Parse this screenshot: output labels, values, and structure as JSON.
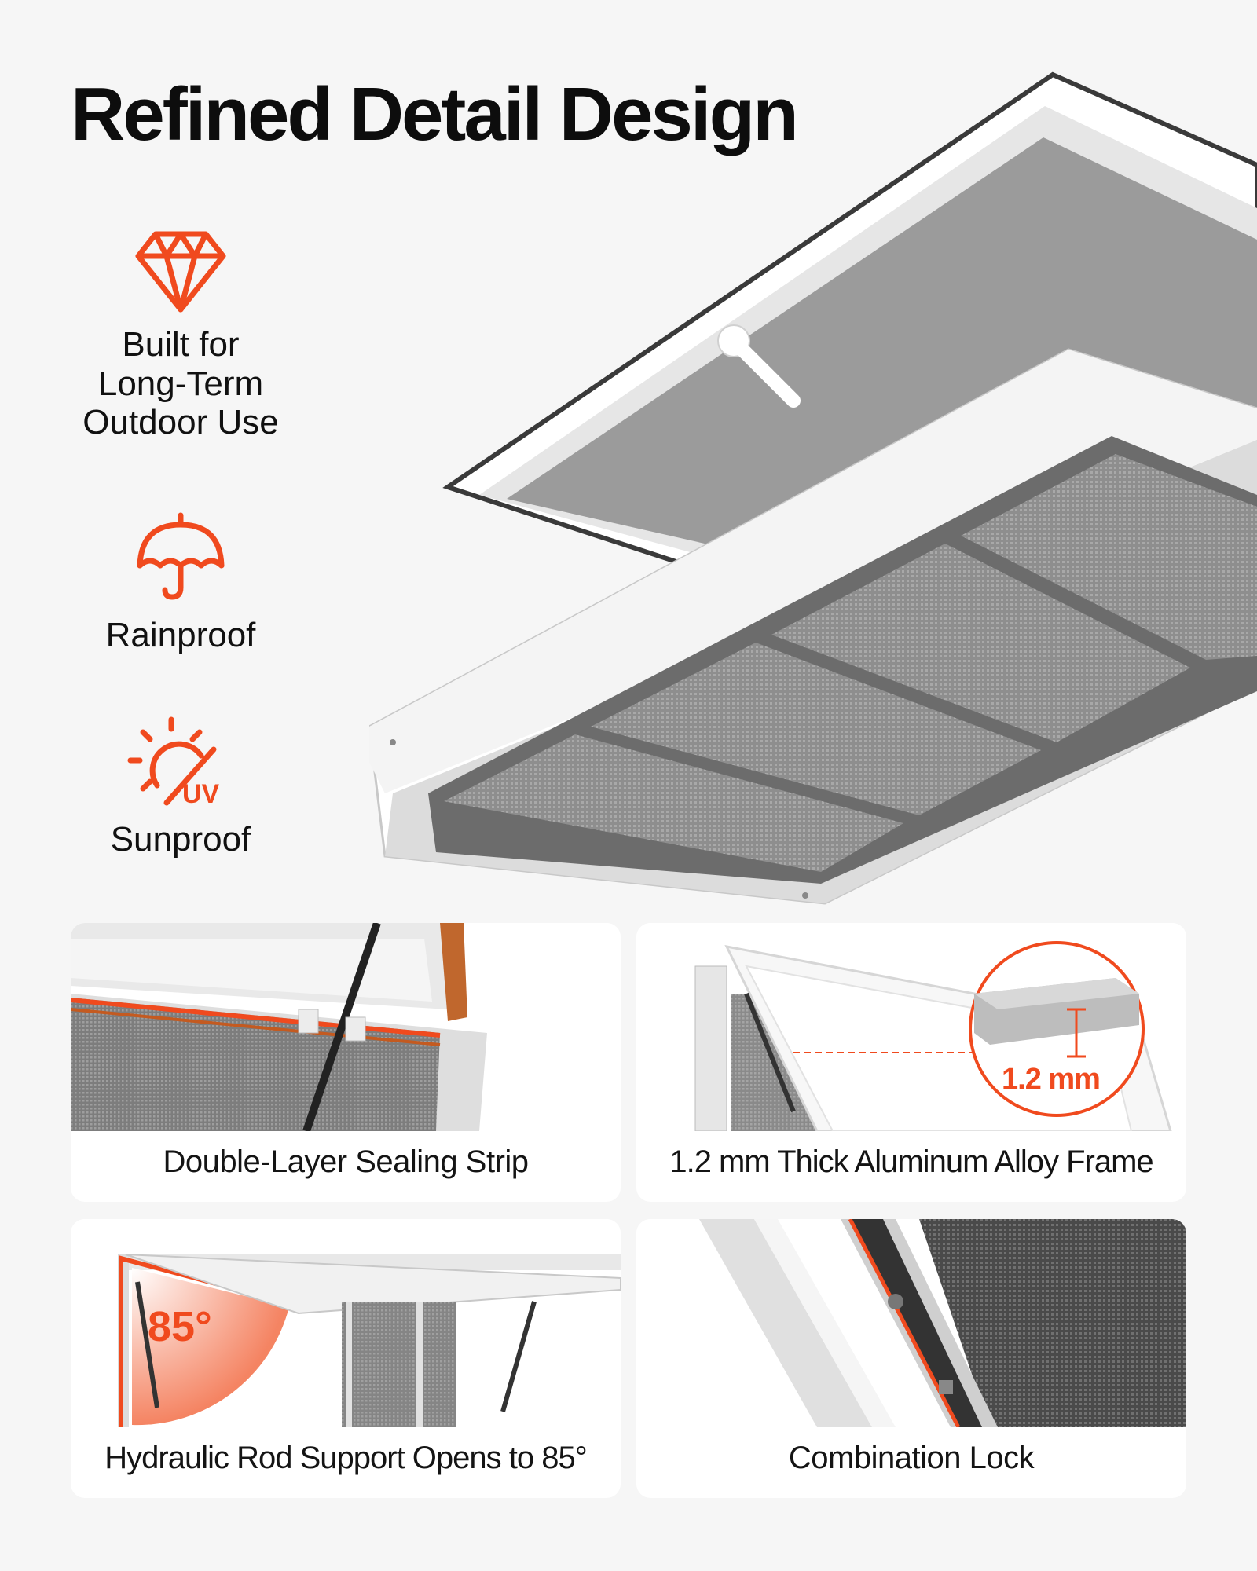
{
  "title": "Refined Detail Design",
  "accent_color": "#f04a1e",
  "features": [
    {
      "icon": "diamond-icon",
      "label_lines": [
        "Built for",
        "Long-Term",
        "Outdoor Use"
      ]
    },
    {
      "icon": "umbrella-icon",
      "label": "Rainproof"
    },
    {
      "icon": "sun-uv-icon",
      "icon_text": "UV",
      "label": "Sunproof"
    }
  ],
  "cards": [
    {
      "caption": "Double-Layer Sealing Strip"
    },
    {
      "caption": "1.2 mm Thick Aluminum Alloy Frame",
      "callout": "1.2 mm"
    },
    {
      "caption": "Hydraulic Rod Support Opens to 85°",
      "callout": "85°"
    },
    {
      "caption": "Combination Lock"
    }
  ]
}
